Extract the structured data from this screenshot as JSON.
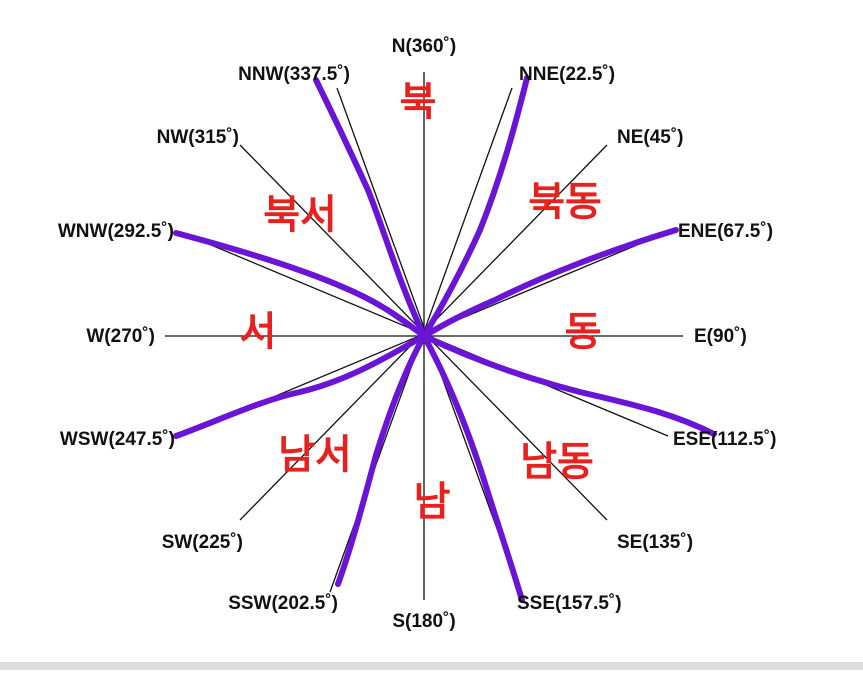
{
  "directions": [
    {
      "id": "n",
      "label": "N(360˚)"
    },
    {
      "id": "nne",
      "label": "NNE(22.5˚)"
    },
    {
      "id": "ne",
      "label": "NE(45˚)"
    },
    {
      "id": "ene",
      "label": "ENE(67.5˚)"
    },
    {
      "id": "e",
      "label": "E(90˚)"
    },
    {
      "id": "ese",
      "label": "ESE(112.5˚)"
    },
    {
      "id": "se",
      "label": "SE(135˚)"
    },
    {
      "id": "sse",
      "label": "SSE(157.5˚)"
    },
    {
      "id": "s",
      "label": "S(180˚)"
    },
    {
      "id": "ssw",
      "label": "SSW(202.5˚)"
    },
    {
      "id": "sw",
      "label": "SW(225˚)"
    },
    {
      "id": "wsw",
      "label": "WSW(247.5˚)"
    },
    {
      "id": "w",
      "label": "W(270˚)"
    },
    {
      "id": "wnw",
      "label": "WNW(292.5˚)"
    },
    {
      "id": "nw",
      "label": "NW(315˚)"
    },
    {
      "id": "nnw",
      "label": "NNW(337.5˚)"
    }
  ],
  "handwriting": {
    "north": "북",
    "northeast": "북동",
    "east": "동",
    "southeast": "남동",
    "south": "남",
    "southwest": "남서",
    "west": "서",
    "northwest": "북서"
  },
  "colors": {
    "spokes": "#111111",
    "labels": "#111111",
    "handwriting": "#e8201e",
    "boundary_strokes": "#6a14d6"
  }
}
